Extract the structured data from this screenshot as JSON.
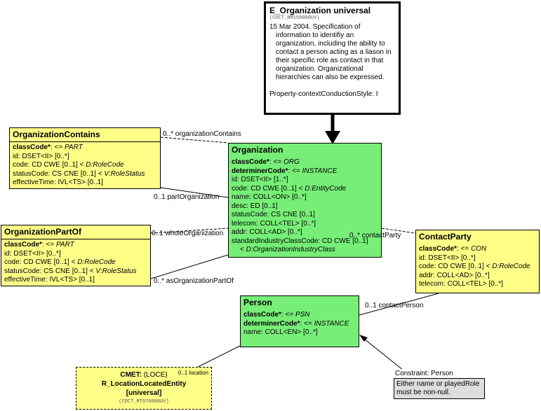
{
  "entry": {
    "title": "E_Organization universal",
    "id": "(COCT_RM150000UV)",
    "description": "15 Mar 2004. Specification of information to identifiy an organization, including the ability to contact a person acting as a liason in their specific role as contact in that organization. Organizational hierarchies can also be expressed.",
    "style": "Property-contextConductionStyle: I"
  },
  "organization": {
    "title": "Organization",
    "attrs": [
      {
        "name": "classCode*",
        "rest": ": <= ",
        "it": "ORG"
      },
      {
        "name": "determinerCode*",
        "rest": ": <= ",
        "it": "INSTANCE"
      },
      {
        "plain": "id: DSET<II> [1..*]"
      },
      {
        "plain": "code: CD CWE [0..1] < ",
        "it": "D:EntityCode"
      },
      {
        "plain": "name: COLL<ON> [0..*]"
      },
      {
        "plain": "desc: ED [0..1]"
      },
      {
        "plain": "statusCode: CS CNE [0..1]"
      },
      {
        "plain": "telecom: COLL<TEL> [0..*]"
      },
      {
        "plain": "addr: COLL<AD> [0..*]"
      },
      {
        "plain": "standardIndustryClassCode: CD CWE [0..1]"
      },
      {
        "plain": "< ",
        "it": "D:OrganizationIndustryClass",
        "indent": true
      }
    ]
  },
  "organizationContains": {
    "title": "OrganizationContains",
    "attrs": [
      {
        "name": "classCode*",
        "rest": ": <= ",
        "it": "PART"
      },
      {
        "plain": "id: DSET<II> [0..*]"
      },
      {
        "plain": "code: CD CWE [0..1] < ",
        "it": "D:RoleCode"
      },
      {
        "plain": "statusCode: CS CNE [0..1] < ",
        "it": "V:RoleStatus"
      },
      {
        "plain": "effectiveTime: IVL<TS> [0..1]"
      }
    ]
  },
  "organizationPartOf": {
    "title": "OrganizationPartOf",
    "attrs": [
      {
        "name": "classCode*",
        "rest": ": <= ",
        "it": "PART"
      },
      {
        "plain": "id: DSET<II> [0..*]"
      },
      {
        "plain": "code: CD CWE [0..1] < ",
        "it": "D:RoleCode"
      },
      {
        "plain": "statusCode: CS CNE [0..1] < ",
        "it": "V:RoleStatus"
      },
      {
        "plain": "effectiveTime: IVL<TS> [0..1]"
      }
    ]
  },
  "contactParty": {
    "title": "ContactParty",
    "attrs": [
      {
        "name": "classCode*",
        "rest": ": <= ",
        "it": "CON"
      },
      {
        "plain": "id: DSET<II> [0..*]"
      },
      {
        "plain": "code: CD CWE [0..1] < ",
        "it": "D:RoleCode"
      },
      {
        "plain": "addr: COLL<AD> [0..*]"
      },
      {
        "plain": "telecom: COLL<TEL> [0..*]"
      }
    ]
  },
  "person": {
    "title": "Person",
    "attrs": [
      {
        "name": "classCode*",
        "rest": ": <= ",
        "it": "PSN"
      },
      {
        "name": "determinerCode*",
        "rest": ": <= ",
        "it": "INSTANCE"
      },
      {
        "plain": "name: COLL<EN> [0..*]"
      }
    ]
  },
  "cmet": {
    "prefix": "CMET:",
    "type": " (LOCE)",
    "name": "R_LocationLocatedEntity",
    "flavor": "[universal]",
    "id": "(COCT_MT070000UV)",
    "assoc": "0..1 location"
  },
  "constraint": {
    "title": "Constraint: Person",
    "text": "Either name or playedRole must be non-null."
  },
  "labels": {
    "organizationContains": "0..* organizationContains",
    "partOrganization": "0..1 partOrganization",
    "wholeOrganization": "0..1 wholeOrganization",
    "asOrganizationPartOf": "0..* asOrganizationPartOf",
    "contactParty": "0..* contactParty",
    "contactPerson": "0..1 contactPerson"
  }
}
